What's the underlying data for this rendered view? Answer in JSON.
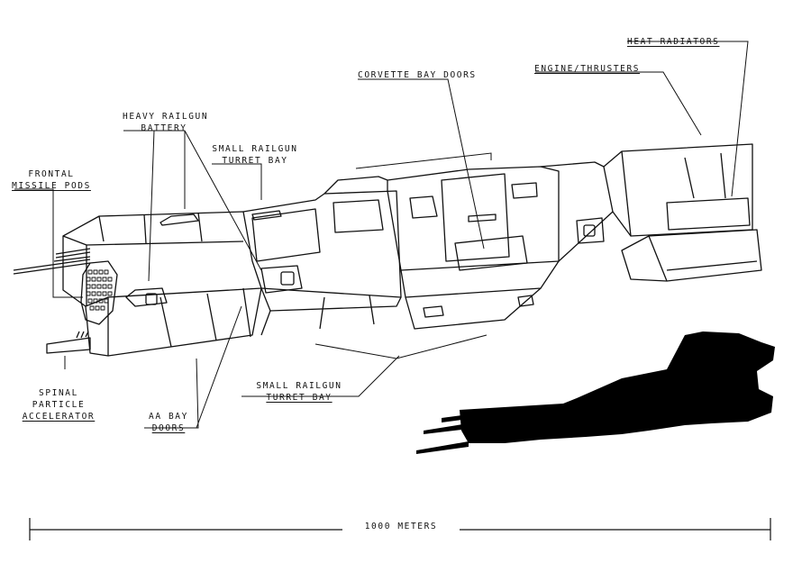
{
  "labels": {
    "heat_radiators": "Heat Radiators",
    "engine_thrusters": "Engine/Thrusters",
    "corvette_bay_doors": "Corvette Bay Doors",
    "heavy_railgun_battery": [
      "Heavy Railgun",
      "Battery"
    ],
    "small_railgun_turret_bay_top": [
      "Small Railgun",
      "Turret Bay"
    ],
    "frontal_missile_pods": [
      "Frontal",
      "Missile Pods"
    ],
    "spinal_particle_accelerator": [
      "Spinal",
      "Particle",
      "Accelerator"
    ],
    "aa_bay_doors": [
      "AA Bay",
      "Doors"
    ],
    "small_railgun_turret_bay_bottom": [
      "Small Railgun",
      "Turret Bay"
    ]
  },
  "scale": {
    "label": "1000 Meters"
  },
  "colors": {
    "ink": "#111111",
    "paper": "#ffffff",
    "silhouette": "#000000"
  }
}
